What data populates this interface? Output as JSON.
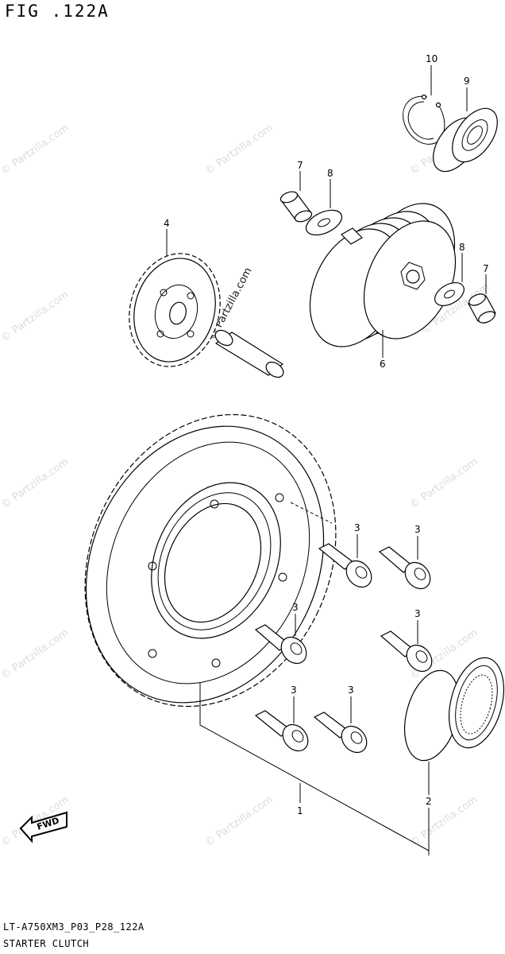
{
  "figure": {
    "title": "FIG .122A",
    "code": "LT-A750XM3_P03_P28_122A",
    "caption": "STARTER CLUTCH"
  },
  "watermark": {
    "text": "© Partzilla.com"
  },
  "callouts": {
    "c10": "10",
    "c9": "9",
    "c7a": "7",
    "c8a": "8",
    "c4": "4",
    "c8b": "8",
    "c7b": "7",
    "c6": "6",
    "c3a": "3",
    "c3b": "3",
    "c3c": "3",
    "c3d": "3",
    "c3e": "3",
    "c3f": "3",
    "c1": "1",
    "c2": "2"
  },
  "fwd_badge": {
    "label": "FWD",
    "icon": "fwd-arrow-icon"
  }
}
